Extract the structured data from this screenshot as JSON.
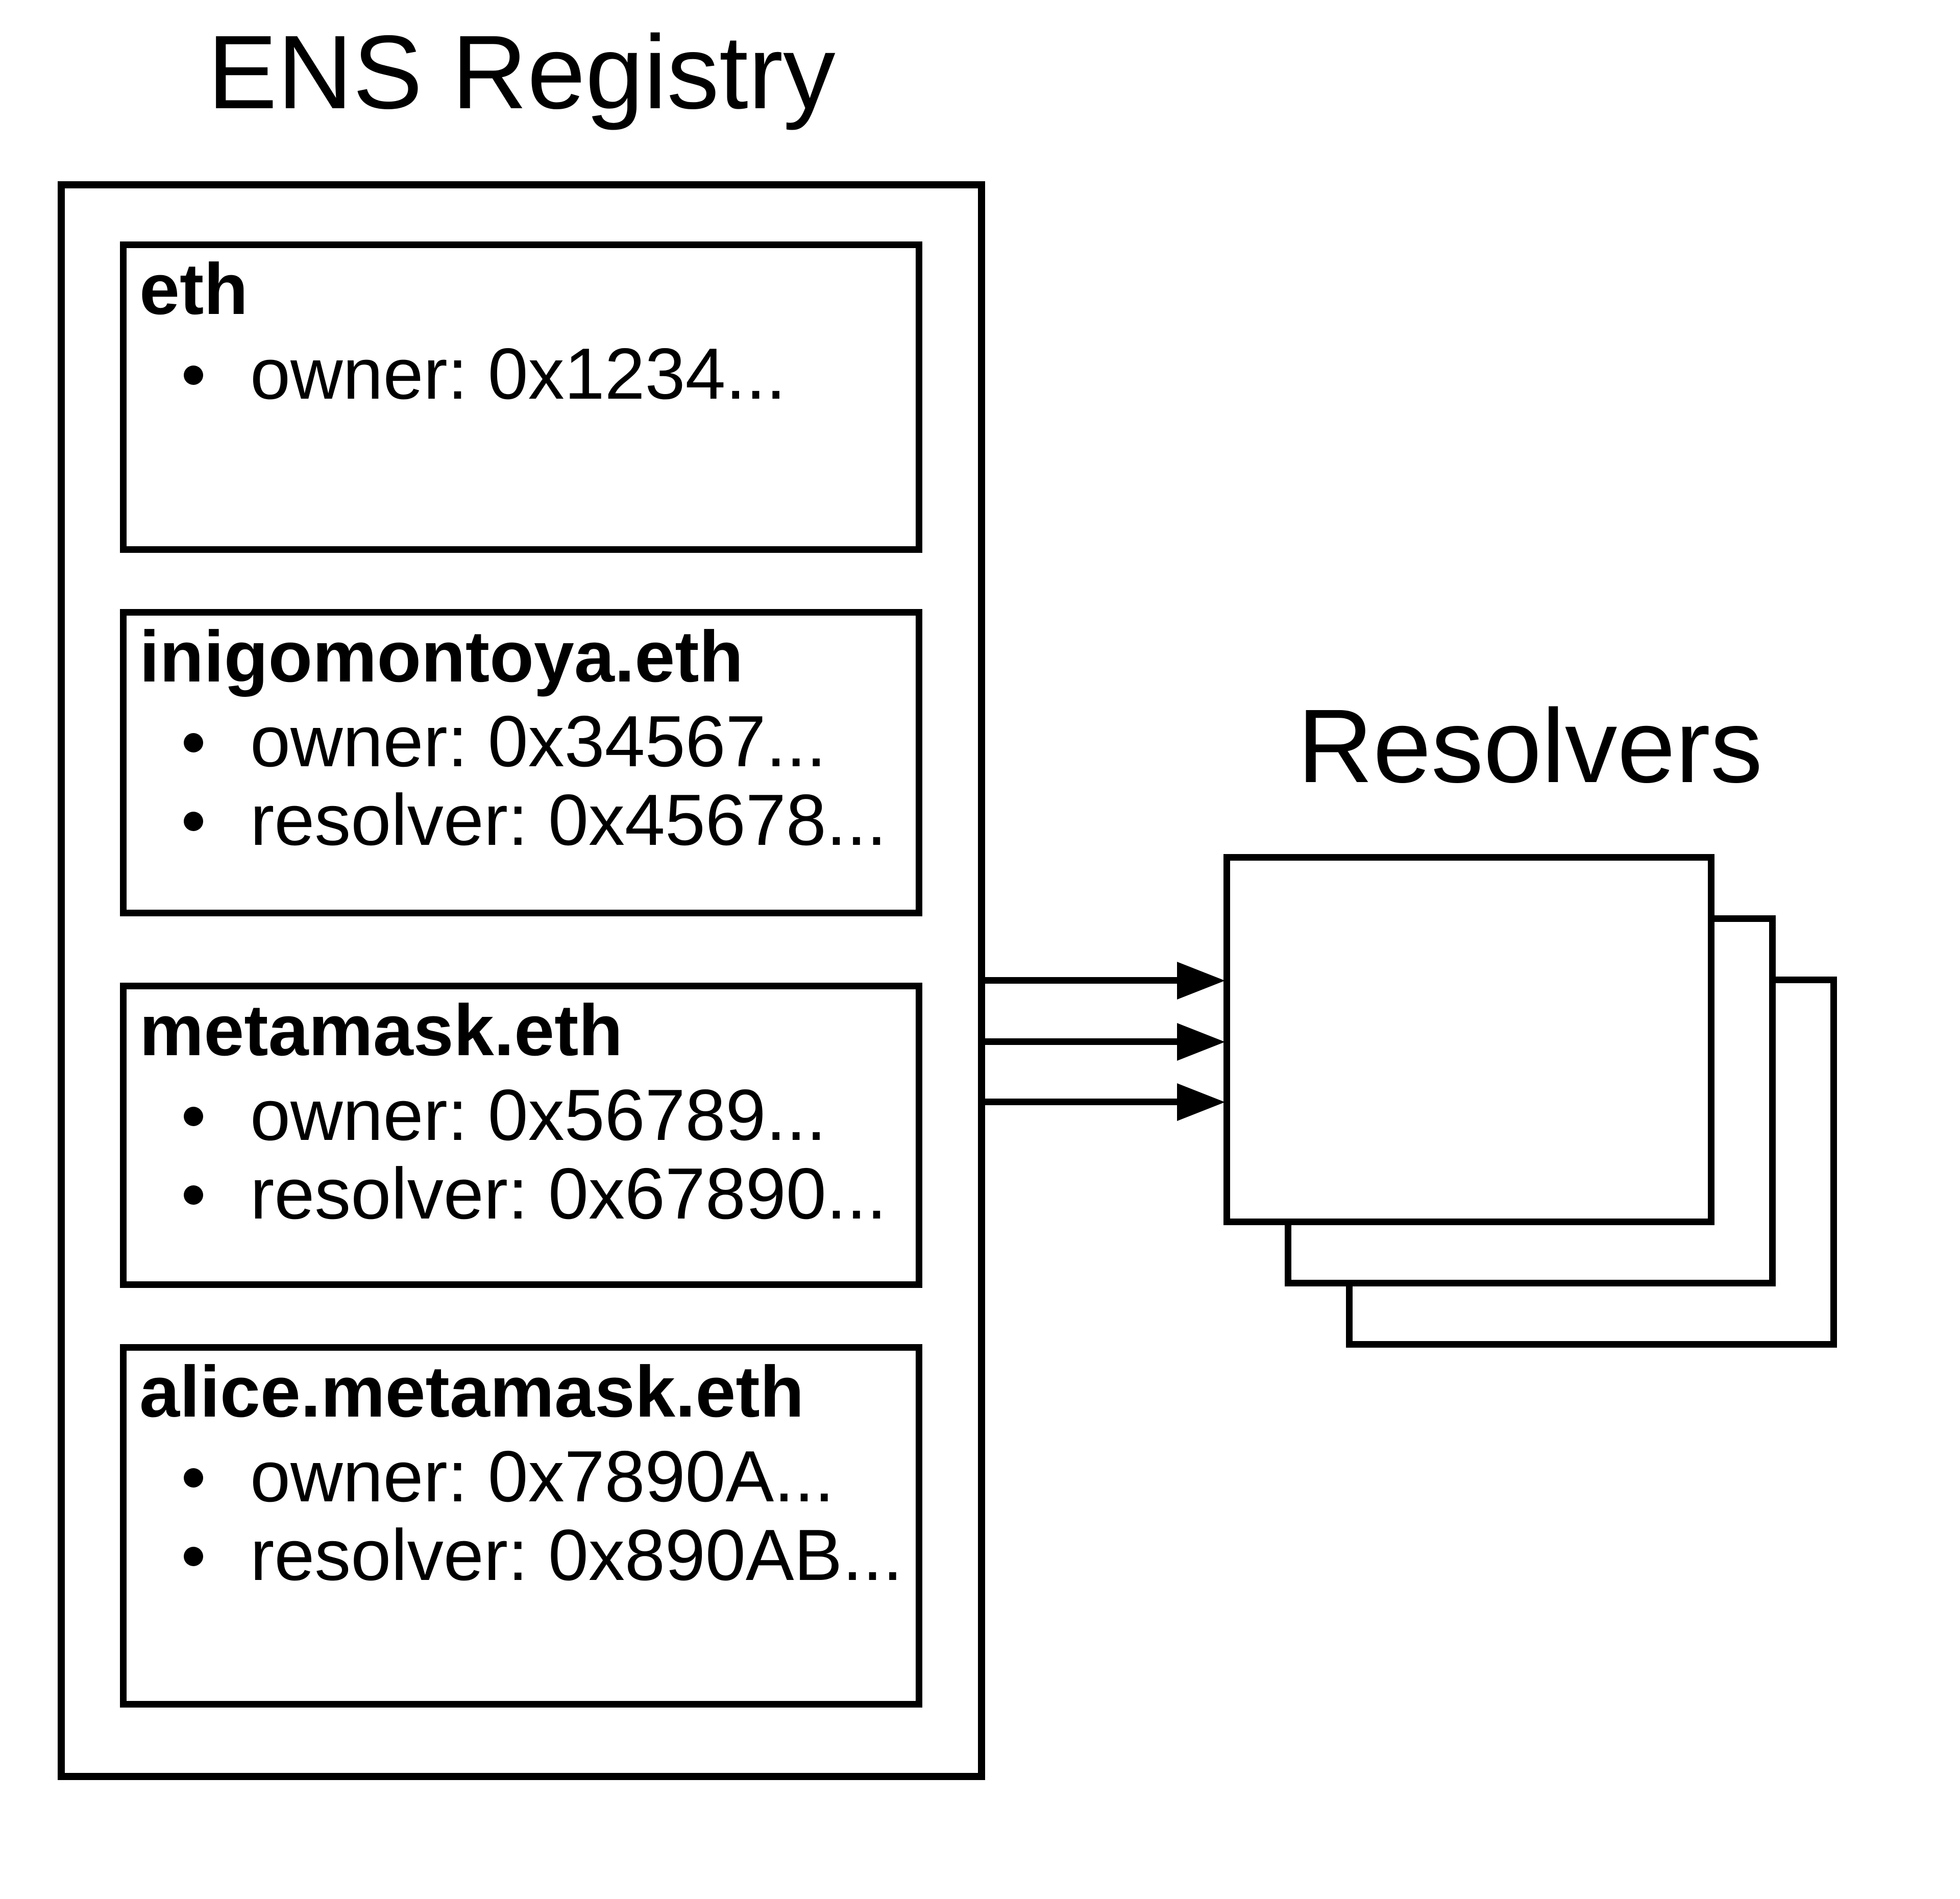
{
  "registry": {
    "title": "ENS Registry",
    "records": [
      {
        "name": "eth",
        "fields": [
          "owner: 0x1234..."
        ]
      },
      {
        "name": "inigomontoya.eth",
        "fields": [
          "owner: 0x34567...",
          "resolver: 0x45678..."
        ]
      },
      {
        "name": "metamask.eth",
        "fields": [
          "owner: 0x56789...",
          "resolver: 0x67890..."
        ]
      },
      {
        "name": "alice.metamask.eth",
        "fields": [
          "owner: 0x7890A...",
          "resolver: 0x890AB..."
        ]
      }
    ]
  },
  "resolvers": {
    "title": "Resolvers",
    "stack_count": 3
  },
  "colors": {
    "ink": "#000000",
    "background": "#ffffff"
  }
}
